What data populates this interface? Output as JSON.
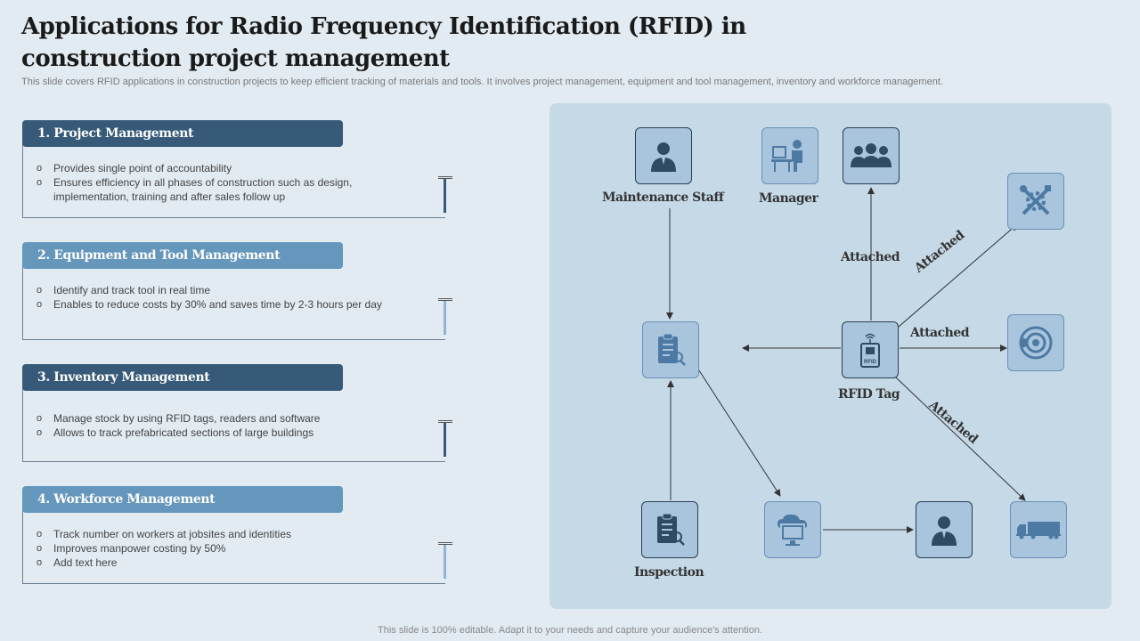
{
  "title": "Applications for Radio Frequency Identification (RFID) in construction project management",
  "subtitle": "This slide covers RFID applications in construction projects to keep efficient tracking of materials and tools. It involves project management, equipment and tool management, inventory and workforce management.",
  "sections": [
    {
      "header": "1. Project Management",
      "bullets": [
        "Provides single point of accountability",
        "Ensures efficiency in all phases of construction such as design, implementation, training and after sales follow up"
      ]
    },
    {
      "header": "2. Equipment and Tool Management",
      "bullets": [
        "Identify and track tool in real time",
        "Enables to reduce costs by 30% and saves time by 2-3 hours per day"
      ]
    },
    {
      "header": "3. Inventory Management",
      "bullets": [
        "Manage stock by using RFID tags, readers and software",
        "Allows to track prefabricated sections of large buildings"
      ]
    },
    {
      "header": "4. Workforce Management",
      "bullets": [
        "Track number on workers at jobsites and identities",
        "Improves manpower costing by 50%",
        "Add text here"
      ]
    }
  ],
  "diagram": {
    "labels": {
      "maintenance_staff": "Maintenance Staff",
      "manager": "Manager",
      "rfid_tag": "RFID Tag",
      "inspection": "Inspection",
      "attached_up": "Attached",
      "attached_diag_up": "Attached",
      "attached_right": "Attached",
      "attached_diag_down": "Attached",
      "rfid_chip_text": "RFID"
    },
    "icons": {
      "maintenance_staff": "person-icon",
      "manager": "desk-worker-icon",
      "team": "group-icon",
      "tools": "tools-icon",
      "disc": "brake-disc-icon",
      "clipboard_top": "clipboard-search-icon",
      "rfid": "rfid-tag-icon",
      "clipboard_bottom": "clipboard-search-icon",
      "cloud_monitor": "cloud-monitor-icon",
      "person_bottom": "person-icon",
      "truck": "truck-icon"
    }
  },
  "footer": "This slide is 100% editable. Adapt it to your needs and capture your audience's attention.",
  "colors": {
    "dark_header": "#365a78",
    "light_header": "#6596bb",
    "panel": "#c5d9e7",
    "node_fill": "#a9c4dd",
    "icon_dark": "#2f4a63"
  }
}
